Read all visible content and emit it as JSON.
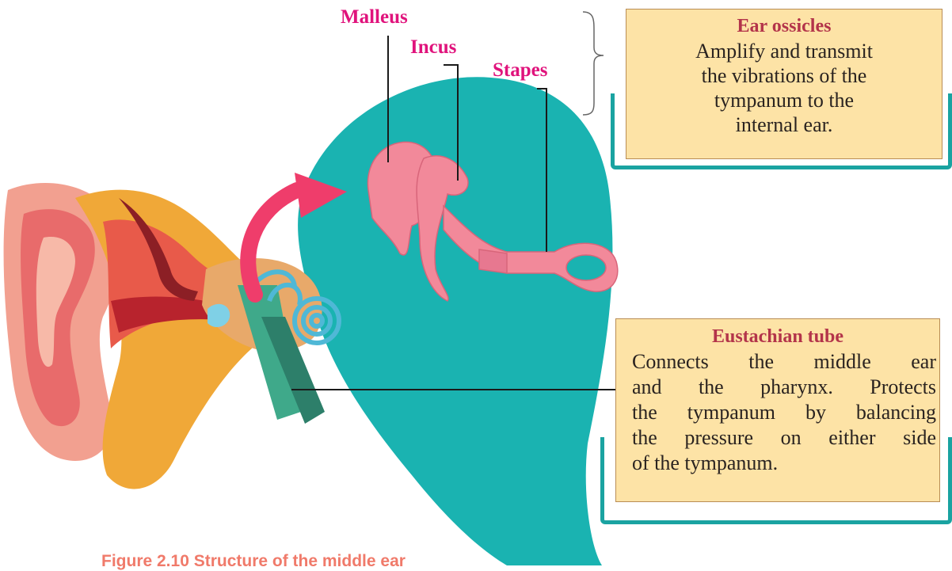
{
  "labels": {
    "malleus": "Malleus",
    "incus": "Incus",
    "stapes": "Stapes"
  },
  "ear_ossicles_box": {
    "title": "Ear ossicles",
    "lines": [
      "Amplify and transmit",
      "the vibrations of the",
      "tympanum to the",
      "internal ear."
    ]
  },
  "eustachian_box": {
    "title": "Eustachian tube",
    "lines": [
      "Connects the middle ear",
      "and the pharynx. Protects",
      "the tympanum by balancing",
      "the pressure on either side",
      "of the tympanum."
    ]
  },
  "caption": "Figure 2.10 Structure of the middle ear",
  "colors": {
    "teal": "#1ab3b1",
    "bone_pink": "#f0889a",
    "label_magenta": "#e0137c",
    "box_fill": "#fde3a6",
    "box_title": "#b3344a",
    "caption": "#f07a6a"
  }
}
